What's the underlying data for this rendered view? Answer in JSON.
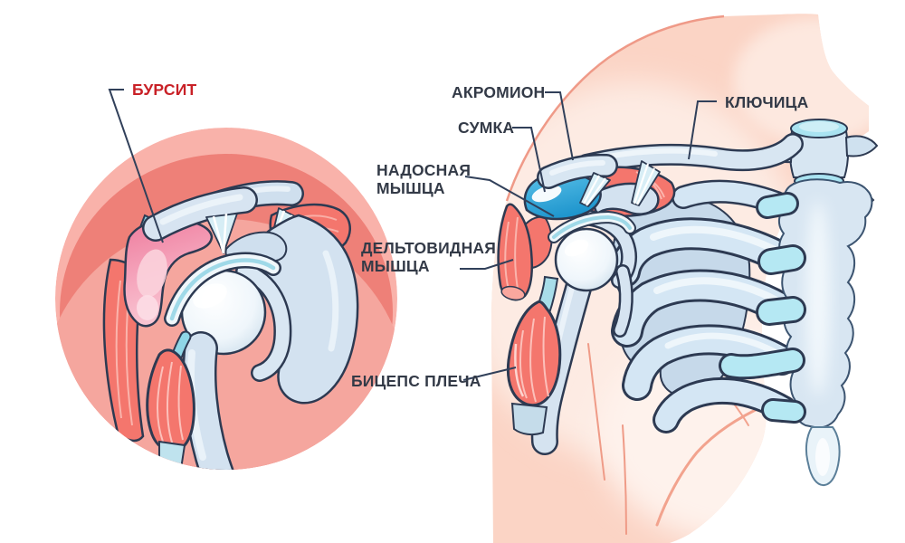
{
  "figure_type": "medical-anatomy-diagram",
  "labels": {
    "bursit": "БУРСИТ",
    "akromion": "АКРОМИОН",
    "sumka": "СУМКА",
    "nadosnaya_1": "НАДОСНАЯ",
    "nadosnaya_2": "МЫШЦА",
    "deltovidnaya_1": "ДЕЛЬТОВИДНАЯ",
    "deltovidnaya_2": "МЫШЦА",
    "bitseps": "БИЦЕПС ПЛЕЧА",
    "klyuchitsa": "КЛЮЧИЦА"
  },
  "colors": {
    "label_text": "#333a47",
    "bursitis_label_red": "#c92127",
    "leader_line": "#31405a",
    "outline_navy": "#2d3a52",
    "muscle_red": "#f4766d",
    "inflamed_bursa_pink": "#ee7c9d",
    "healthy_bursa_blue": "#2ea6da",
    "bone_light_blue": "#d5e4f2",
    "cartilage_cyan": "#b5e8f3",
    "skin_peach": "#fbd4c5",
    "inset_salmon": "#f5a69e",
    "background": "#ffffff"
  }
}
